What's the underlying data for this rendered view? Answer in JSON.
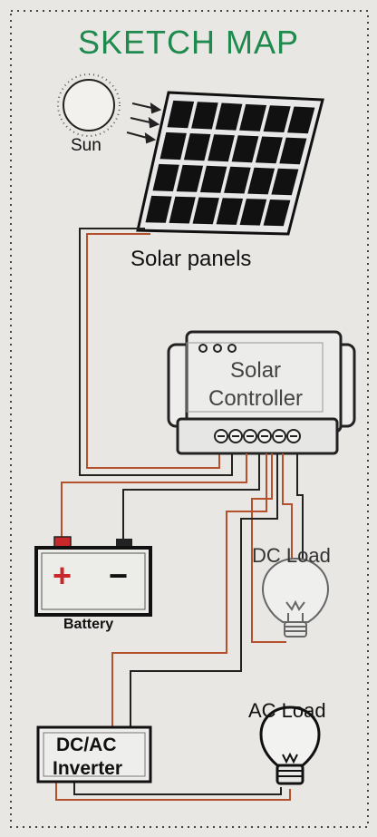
{
  "title": "SKETCH MAP",
  "labels": {
    "sun": "Sun",
    "solar_panels": "Solar panels",
    "controller_line1": "Solar",
    "controller_line2": "Controller",
    "battery": "Battery",
    "battery_plus": "+",
    "battery_minus": "−",
    "dc_load": "DC Load",
    "ac_load": "AC Load",
    "inverter_line1": "DC/AC",
    "inverter_line2": "Inverter"
  },
  "colors": {
    "title": "#1e8a4e",
    "background": "#e9e7e3",
    "wire_red": "#b5502c",
    "wire_dark": "#222222",
    "battery_plus": "#c8282a"
  }
}
